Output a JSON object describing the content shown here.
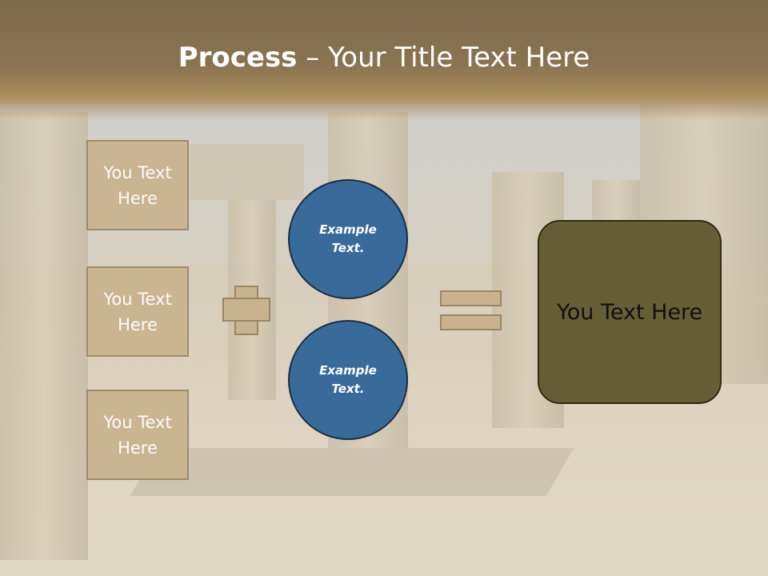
{
  "slide": {
    "title_bold": "Process",
    "title_rest": " – Your Title Text Here",
    "input_boxes": [
      {
        "label": "You Text Here"
      },
      {
        "label": "You Text Here"
      },
      {
        "label": "You Text Here"
      }
    ],
    "circles": [
      {
        "label": "Example Text."
      },
      {
        "label": "Example Text."
      }
    ],
    "result_label": "You Text Here"
  },
  "colors": {
    "title_bar": "#8a7450",
    "box_fill": "#c9b38e",
    "circle_fill": "#386a9a",
    "result_fill": "#665e35"
  },
  "icons": [
    "plus-icon",
    "equals-icon"
  ]
}
